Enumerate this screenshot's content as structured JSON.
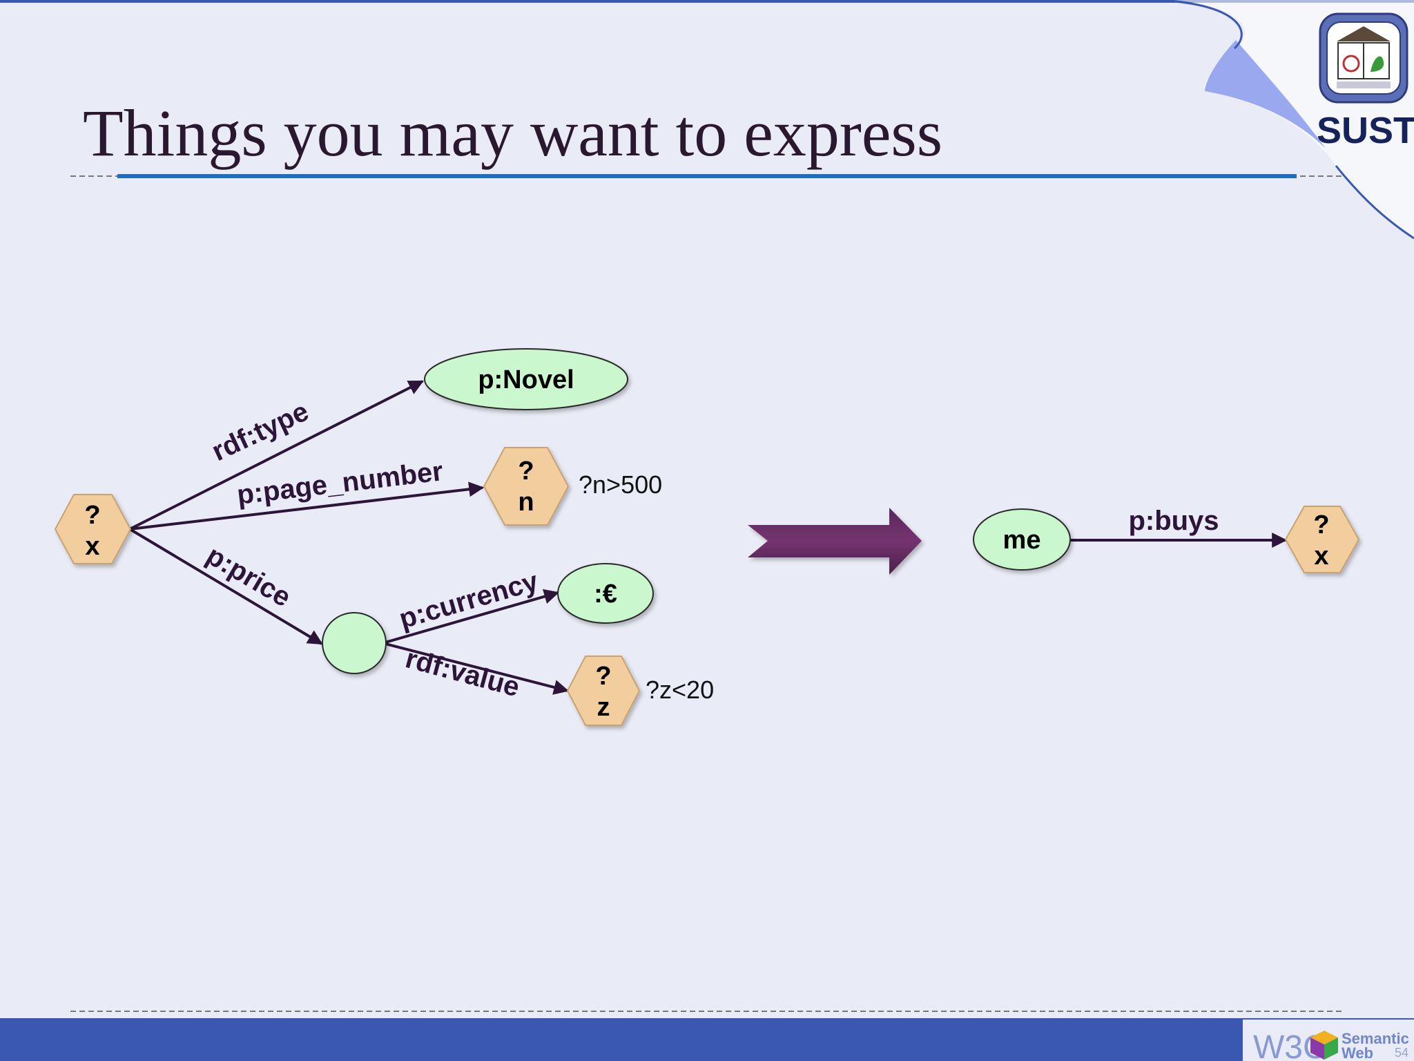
{
  "slide": {
    "title": "Things you may want to express",
    "page_number": "54"
  },
  "logo": {
    "text": "SUST"
  },
  "footer_logo": {
    "w3c": "W3C",
    "semantic": "Semantic",
    "web": "Web"
  },
  "colors": {
    "background": "#e9ebf6",
    "footer": "#3a58b0",
    "title_rule": "#1e6fc0",
    "ellipse_fill": "#cbf7cf",
    "hex_fill": "#f2ce9e",
    "edge": "#2c1538",
    "big_arrow": "#5e2b5e"
  },
  "diagram": {
    "nodes": {
      "x_var": {
        "line1": "?",
        "line2": "x"
      },
      "novel": {
        "label": "p:Novel"
      },
      "n_var": {
        "line1": "?",
        "line2": "n"
      },
      "price_blank": {
        "label": ""
      },
      "euro": {
        "label": ":€"
      },
      "z_var": {
        "line1": "?",
        "line2": "z"
      },
      "me": {
        "label": "me"
      },
      "x_var_right": {
        "line1": "?",
        "line2": "x"
      }
    },
    "edges": {
      "rdf_type": "rdf:type",
      "page_number": "p:page_number",
      "price": "p:price",
      "currency": "p:currency",
      "rdf_value": "rdf:value",
      "buys": "p:buys"
    },
    "constraints": {
      "n": "?n>500",
      "z": "?z<20"
    }
  }
}
